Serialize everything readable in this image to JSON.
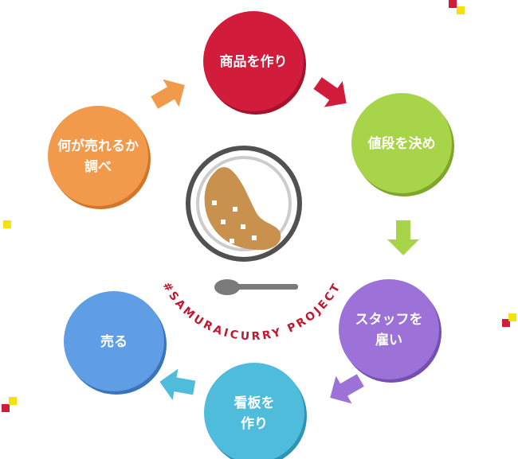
{
  "cycle": {
    "steps": [
      {
        "lines": [
          "商品を作り"
        ],
        "color": "#d21c3c",
        "shadow": "#a3132b"
      },
      {
        "lines": [
          "値段を決め"
        ],
        "color": "#a8d44a",
        "shadow": "#7fa52b"
      },
      {
        "lines": [
          "スタッフを",
          "雇い"
        ],
        "color": "#9c72d8",
        "shadow": "#7550b1"
      },
      {
        "lines": [
          "看板を",
          "作り"
        ],
        "color": "#4fbcdc",
        "shadow": "#2f93b4"
      },
      {
        "lines": [
          "売る"
        ],
        "color": "#5f9de4",
        "shadow": "#3a74bd"
      },
      {
        "lines": [
          "何が売れるか",
          "調べ"
        ],
        "color": "#f29a4b",
        "shadow": "#d4762a"
      }
    ],
    "arrow_colors": [
      "#d21c3c",
      "#a8d44a",
      "#9c72d8",
      "#4fbcdc",
      "#f29a4b"
    ]
  },
  "center": {
    "icon": "curry-plate-icon",
    "project_tag": "#SAMURAICURRY PROJECT",
    "tag_color": "#c0182f"
  },
  "decor": {
    "colors": [
      "#d21c3c",
      "#f6e10f"
    ]
  }
}
